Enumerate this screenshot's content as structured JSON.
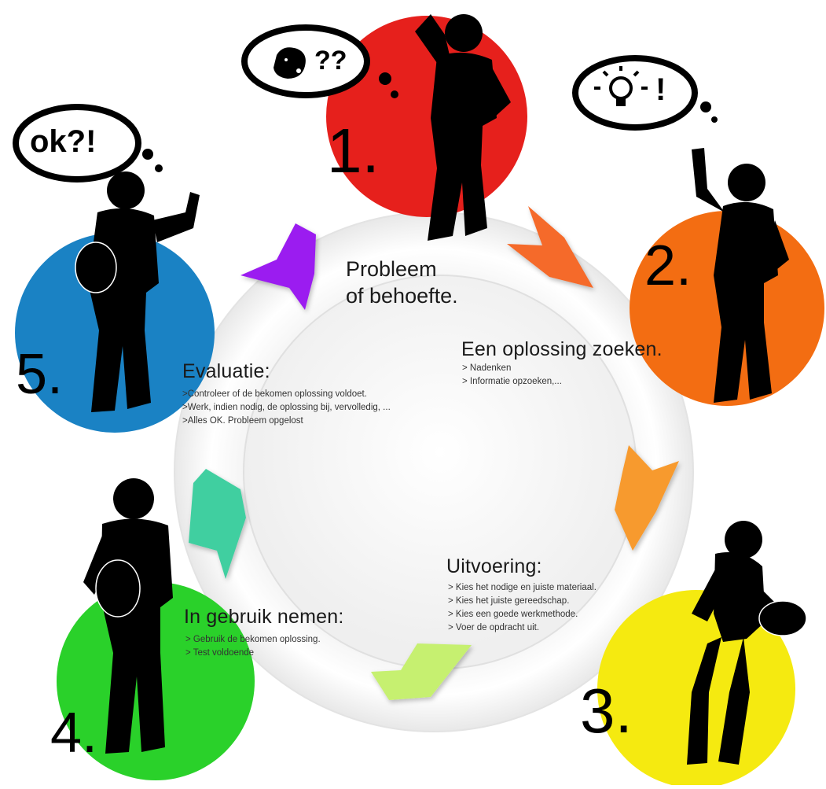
{
  "steps": [
    {
      "number": "1.",
      "color": "#e6201c",
      "title_line1": "Probleem",
      "title_line2": "of behoefte.",
      "thought": "??"
    },
    {
      "number": "2.",
      "color": "#f36d12",
      "title": "Een oplossing zoeken.",
      "lines": [
        "> Nadenken",
        "> Informatie opzoeken,..."
      ],
      "thought": "!"
    },
    {
      "number": "3.",
      "color": "#f5ea10",
      "title": "Uitvoering:",
      "lines": [
        "> Kies het nodige en juiste materiaal.",
        "> Kies het juiste gereedschap.",
        "> Kies een goede werkmethode.",
        "> Voer de opdracht uit."
      ]
    },
    {
      "number": "4.",
      "color": "#2ad12a",
      "title": "In gebruik nemen:",
      "lines": [
        "> Gebruik de bekomen oplossing.",
        "> Test voldoende"
      ]
    },
    {
      "number": "5.",
      "color": "#1a82c4",
      "title": "Evaluatie:",
      "lines": [
        ">Controleer of de bekomen oplossing voldoet.",
        ">Werk, indien nodig, de oplossing bij, vervolledig, ...",
        ">Alles OK. Probleem opgelost"
      ],
      "thought": "ok?!"
    }
  ],
  "arrow_colors": {
    "a1_2": "#f56b2c",
    "a2_3": "#f79a2e",
    "a3_4": "#c6f070",
    "a4_5": "#3fcfa0",
    "a5_1": "#9b1ef0"
  }
}
